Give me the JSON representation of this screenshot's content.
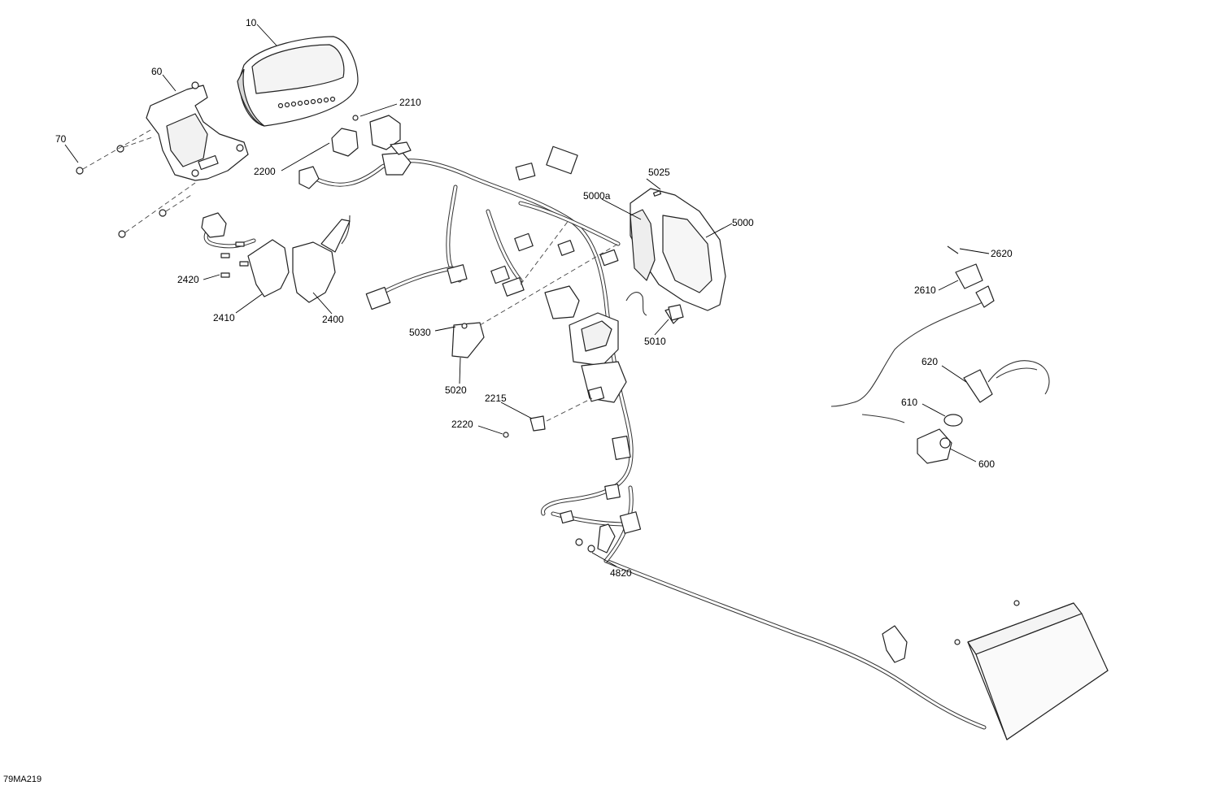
{
  "figure_id": "79MA219",
  "callouts": [
    {
      "id": "c10",
      "label": "10"
    },
    {
      "id": "c60",
      "label": "60"
    },
    {
      "id": "c70",
      "label": "70"
    },
    {
      "id": "c2210",
      "label": "2210"
    },
    {
      "id": "c2200",
      "label": "2200"
    },
    {
      "id": "c2420",
      "label": "2420"
    },
    {
      "id": "c2410",
      "label": "2410"
    },
    {
      "id": "c2400",
      "label": "2400"
    },
    {
      "id": "c5025",
      "label": "5025"
    },
    {
      "id": "c5000a",
      "label": "5000a"
    },
    {
      "id": "c5000",
      "label": "5000"
    },
    {
      "id": "c5030",
      "label": "5030"
    },
    {
      "id": "c5010",
      "label": "5010"
    },
    {
      "id": "c5020",
      "label": "5020"
    },
    {
      "id": "c2215",
      "label": "2215"
    },
    {
      "id": "c2220",
      "label": "2220"
    },
    {
      "id": "c4820",
      "label": "4820"
    },
    {
      "id": "c2620",
      "label": "2620"
    },
    {
      "id": "c2610",
      "label": "2610"
    },
    {
      "id": "c620",
      "label": "620"
    },
    {
      "id": "c610",
      "label": "610"
    },
    {
      "id": "c600",
      "label": "600"
    }
  ]
}
